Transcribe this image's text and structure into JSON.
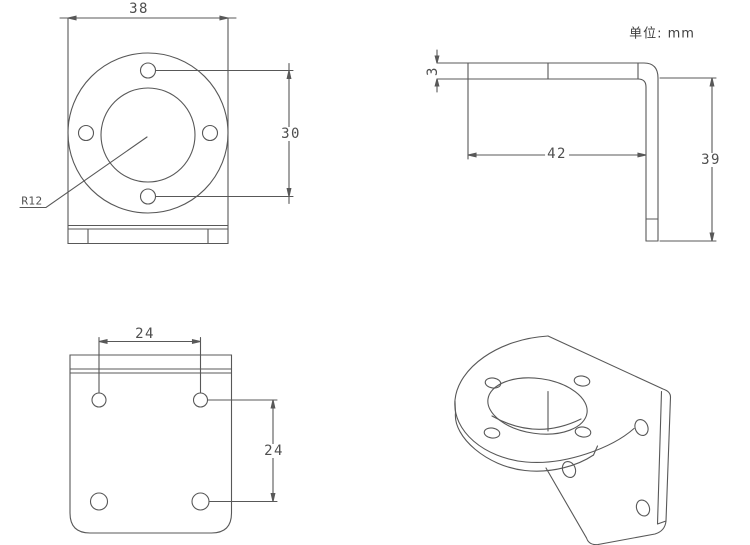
{
  "units_label": "单位: mm",
  "front_view": {
    "description": "top view of flange with bore and four mounting holes",
    "width_dim": "38",
    "hole_spacing_dim": "30",
    "radius_label": "R12"
  },
  "side_view": {
    "description": "L-profile side view",
    "thickness_dim": "3",
    "length_dim": "42",
    "height_dim": "39"
  },
  "back_view": {
    "description": "back plate with four holes",
    "horizontal_spacing_dim": "24",
    "vertical_spacing_dim": "24"
  },
  "isometric_view": {
    "description": "3D wireframe of L-bracket"
  },
  "colors": {
    "line": "#585858",
    "text": "#4f4f4f",
    "background": "#ffffff"
  }
}
